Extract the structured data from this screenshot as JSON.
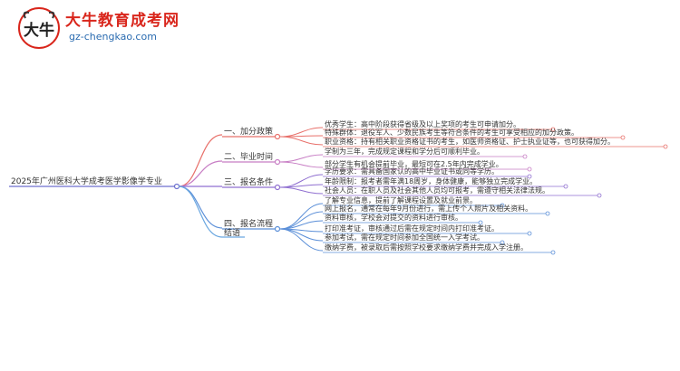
{
  "header": {
    "site_name": "大牛教育成考网",
    "site_url": "gz-chengkao.com",
    "logo_glyphs": "大牛"
  },
  "mindmap": {
    "root": "2025年广州医科大学成考医学影像学专业",
    "branches": [
      {
        "label": "一、加分政策",
        "leaves": [
          "优秀学生：高中阶段获得省级及以上奖项的考生可申请加分。",
          "特殊群体：退役军人、少数民族考生等符合条件的考生可享受相应的加分政策。",
          "职业资格：持有相关职业资格证书的考生，如医师资格证、护士执业证等，也可获得加分。"
        ]
      },
      {
        "label": "二、毕业时间",
        "leaves": [
          "学制为三年，完成规定课程和学分后可顺利毕业。",
          "部分学生有机会提前毕业，最短可在2.5年内完成学业。"
        ]
      },
      {
        "label": "三、报名条件",
        "leaves": [
          "学历要求：需具备国家认的高中毕业证书或同等学历。",
          "年龄限制：报考者需年满18周岁，身体健康，能够独立完成学业。",
          "社会人员：在职人员及社会其他人员均可报考，需遵守相关法律法规。"
        ]
      },
      {
        "label": "四、报名流程",
        "leaves": [
          "了解专业信息，提前了解课程设置及就业前景。",
          "网上报名，通常在每年9月份进行，需上传个人照片及相关资料。",
          "资料审核，学校会对提交的资料进行审核。",
          "打印准考证，审核通过后需在规定时间内打印准考证。",
          "参加考试，需在规定时间参加全国统一入学考试。",
          "缴纳学费，被录取后需按照学校要求缴纳学费并完成入学注册。"
        ]
      },
      {
        "label": "结语",
        "leaves": []
      }
    ]
  },
  "colors": {
    "branch1": "#e8706a",
    "branch2": "#c77dc4",
    "branch3": "#8f6fd0",
    "branch4": "#5b8fd8",
    "branch5": "#6aa7e0",
    "root_line": "#6d6fcf",
    "brand_red": "#d9261c",
    "brand_blue": "#2a6bb0"
  }
}
